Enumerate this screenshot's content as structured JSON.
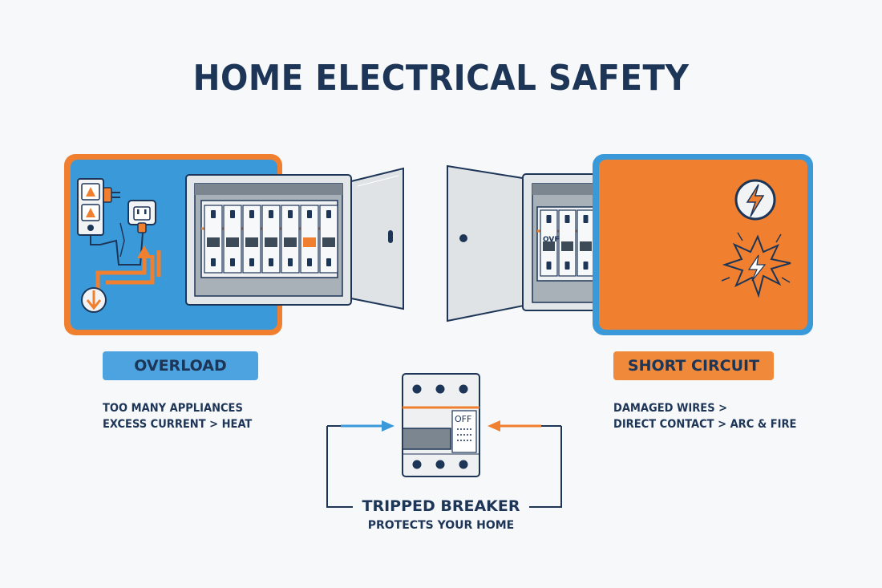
{
  "title": "HOME ELECTRICAL SAFETY",
  "colors": {
    "navy": "#1d3557",
    "blue": "#3a9ad9",
    "orange": "#f0802f",
    "pill_blue": "#4ca3e0",
    "pill_orange": "#f08a3a"
  },
  "overload": {
    "label": "OVERLOAD",
    "desc_line1": "TOO MANY APPLIANCES",
    "desc_line2": "EXCESS CURRENT > HEAT"
  },
  "short_circuit": {
    "label": "SHORT CIRCUIT",
    "desc_line1": "DAMAGED WIRES >",
    "desc_line2": "DIRECT CONTACT > ARC & FIRE",
    "breaker_off_label": "OVF"
  },
  "tripped": {
    "title": "TRIPPED BREAKER",
    "subtitle": "PROTECTS YOUR HOME",
    "off_label": "OFF"
  },
  "icons": [
    "outlet-icon",
    "plug-icon",
    "warning-icon",
    "down-arrow-icon",
    "lightning-icon",
    "spark-burst-icon",
    "breaker-panel-icon"
  ]
}
